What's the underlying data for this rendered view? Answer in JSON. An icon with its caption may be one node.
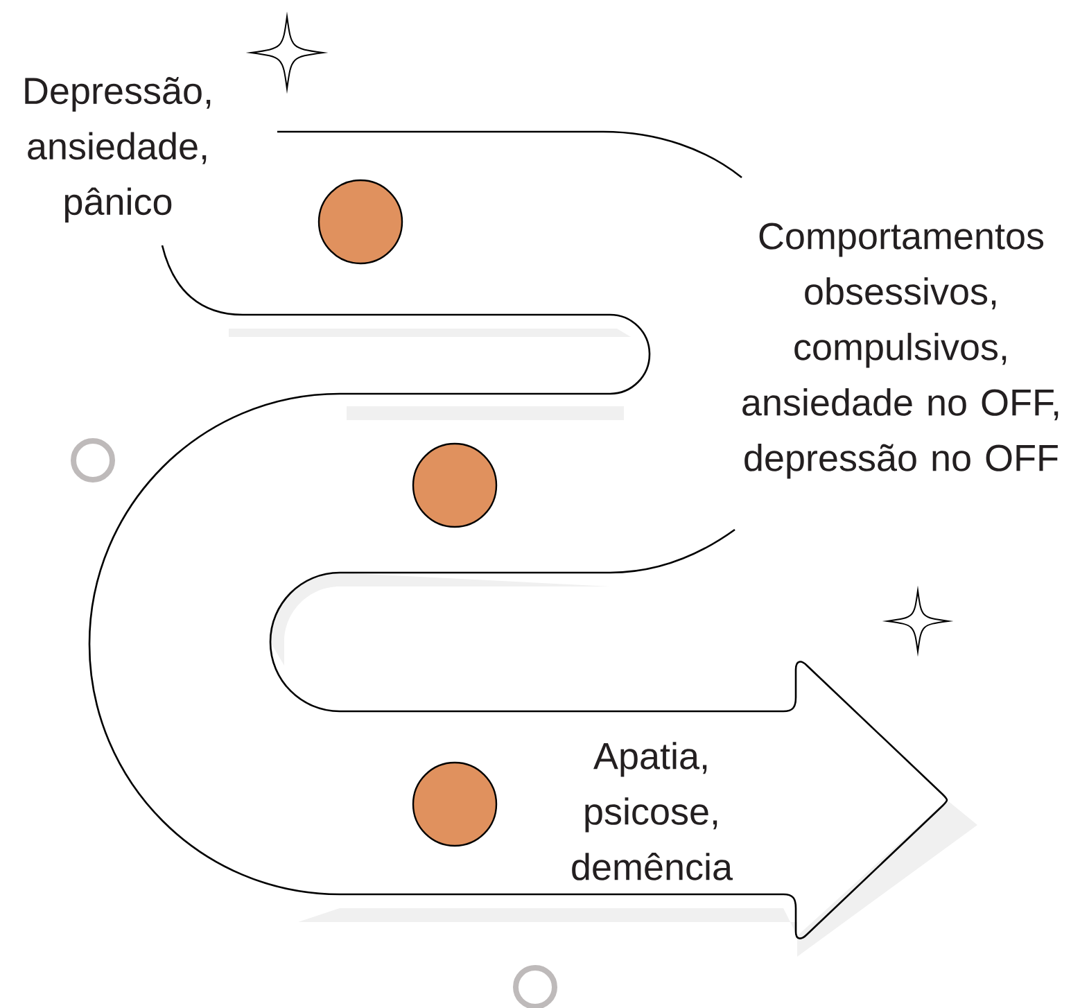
{
  "diagram": {
    "labels": [
      "Depressão, ansiedade, pânico",
      "Comportamentos obsessivos, compulsivos, ansiedade no OFF, depressão no OFF",
      "Apatia, psicose, demência"
    ]
  }
}
